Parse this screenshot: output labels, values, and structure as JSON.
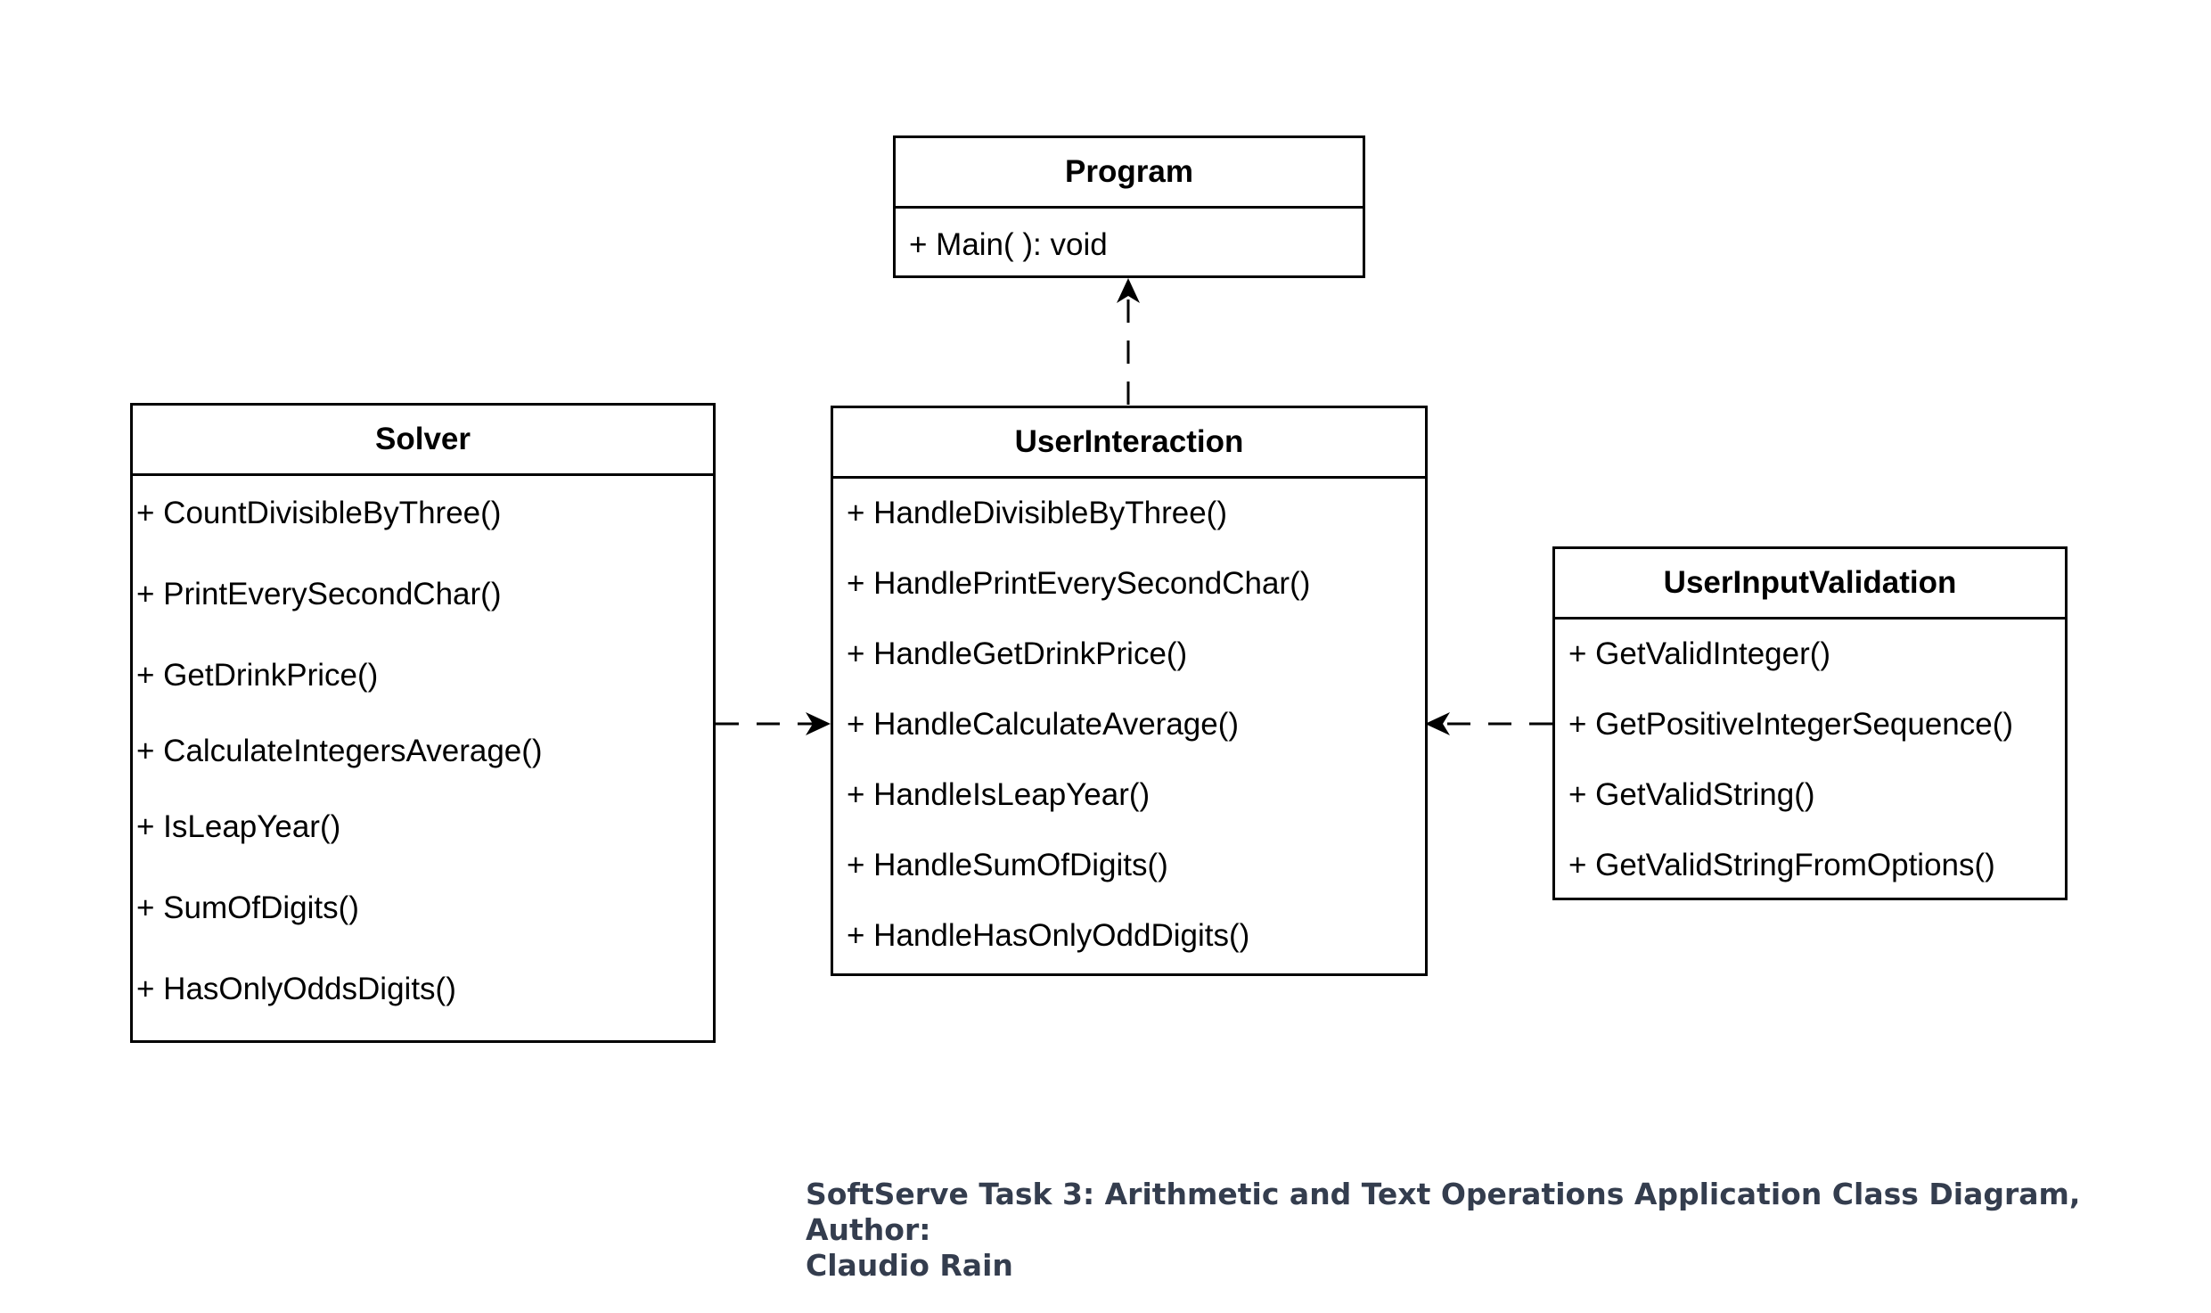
{
  "diagram": {
    "classes": {
      "program": {
        "name": "Program",
        "members": [
          "+ Main( ): void"
        ]
      },
      "solver": {
        "name": "Solver",
        "members": [
          "+ CountDivisibleByThree()",
          "+ PrintEverySecondChar()",
          "+ GetDrinkPrice()",
          "+ CalculateIntegersAverage()",
          "+ IsLeapYear()",
          "+ SumOfDigits()",
          "+ HasOnlyOddsDigits()"
        ]
      },
      "user_interaction": {
        "name": "UserInteraction",
        "members": [
          "+ HandleDivisibleByThree()",
          "+ HandlePrintEverySecondChar()",
          "+ HandleGetDrinkPrice()",
          "+ HandleCalculateAverage()",
          "+ HandleIsLeapYear()",
          "+ HandleSumOfDigits()",
          "+ HandleHasOnlyOddDigits()"
        ]
      },
      "user_input_validation": {
        "name": "UserInputValidation",
        "members": [
          "+ GetValidInteger()",
          "+ GetPositiveIntegerSequence()",
          "+ GetValidString()",
          "+ GetValidStringFromOptions()"
        ]
      }
    },
    "relationships": [
      {
        "from": "UserInteraction",
        "to": "Program",
        "type": "dependency"
      },
      {
        "from": "Solver",
        "to": "UserInteraction",
        "type": "dependency"
      },
      {
        "from": "UserInputValidation",
        "to": "UserInteraction",
        "type": "dependency"
      }
    ],
    "caption_line1": "SoftServe Task 3: Arithmetic and Text Operations Application Class Diagram, Author:",
    "caption_line2": "Claudio Rain"
  },
  "colors": {
    "line": "#000000",
    "caption": "#343d4e"
  }
}
